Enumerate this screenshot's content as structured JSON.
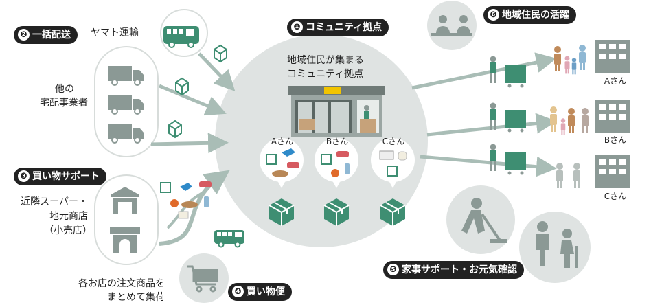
{
  "hub": {
    "badge": "❶",
    "label": "コミュニティ拠点",
    "desc_line1": "地域住民が集まる",
    "desc_line2": "コミュニティ拠点"
  },
  "bulk": {
    "badge": "❷",
    "label": "一括配送"
  },
  "shopping_support": {
    "badge": "❸",
    "label": "買い物サポート"
  },
  "shopping_delivery": {
    "badge": "❹",
    "label": "買い物便"
  },
  "housework": {
    "badge": "❺",
    "label": "家事サポート・お元気確認"
  },
  "residents": {
    "badge": "❻",
    "label": "地域住民の活躍"
  },
  "yamato": "ヤマト運輸",
  "other_carriers": {
    "line1": "他の",
    "line2": "宅配事業者"
  },
  "local_shops": {
    "line1": "近隣スーパー・",
    "line2": "地元商店",
    "line3": "（小売店）"
  },
  "order_collect": {
    "line1": "各お店の注文商品を",
    "line2": "まとめて集荷"
  },
  "bubbles": [
    "Aさん",
    "Bさん",
    "Cさん"
  ],
  "homes": [
    "Aさん",
    "Bさん",
    "Cさん"
  ],
  "colors": {
    "green": "#3e8e72",
    "gray_circle": "#dfe3e2",
    "arrow": "#a9bdb6",
    "figure": "#8b9995"
  }
}
